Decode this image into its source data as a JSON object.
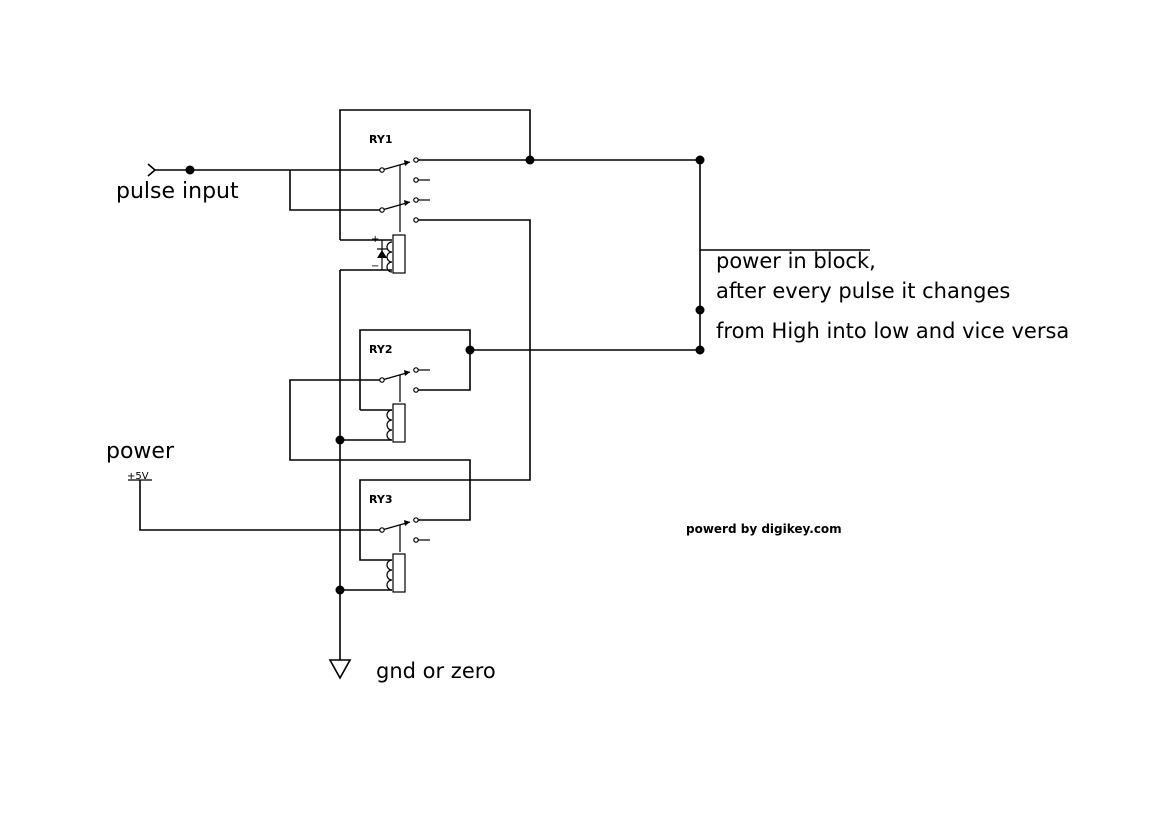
{
  "labels": {
    "pulse_input": "pulse input",
    "power": "power",
    "supply": "+5V",
    "ground": "gnd or zero",
    "output_line1": "power in block,",
    "output_line2": "after every pulse it changes",
    "output_line3": "from High into low and vice versa",
    "credit": "powerd by digikey.com"
  },
  "relays": {
    "ry1": "RY1",
    "ry2": "RY2",
    "ry3": "RY3"
  },
  "polarity": {
    "plus": "+",
    "minus": "−"
  },
  "colors": {
    "line": "#000000",
    "background": "#ffffff"
  }
}
